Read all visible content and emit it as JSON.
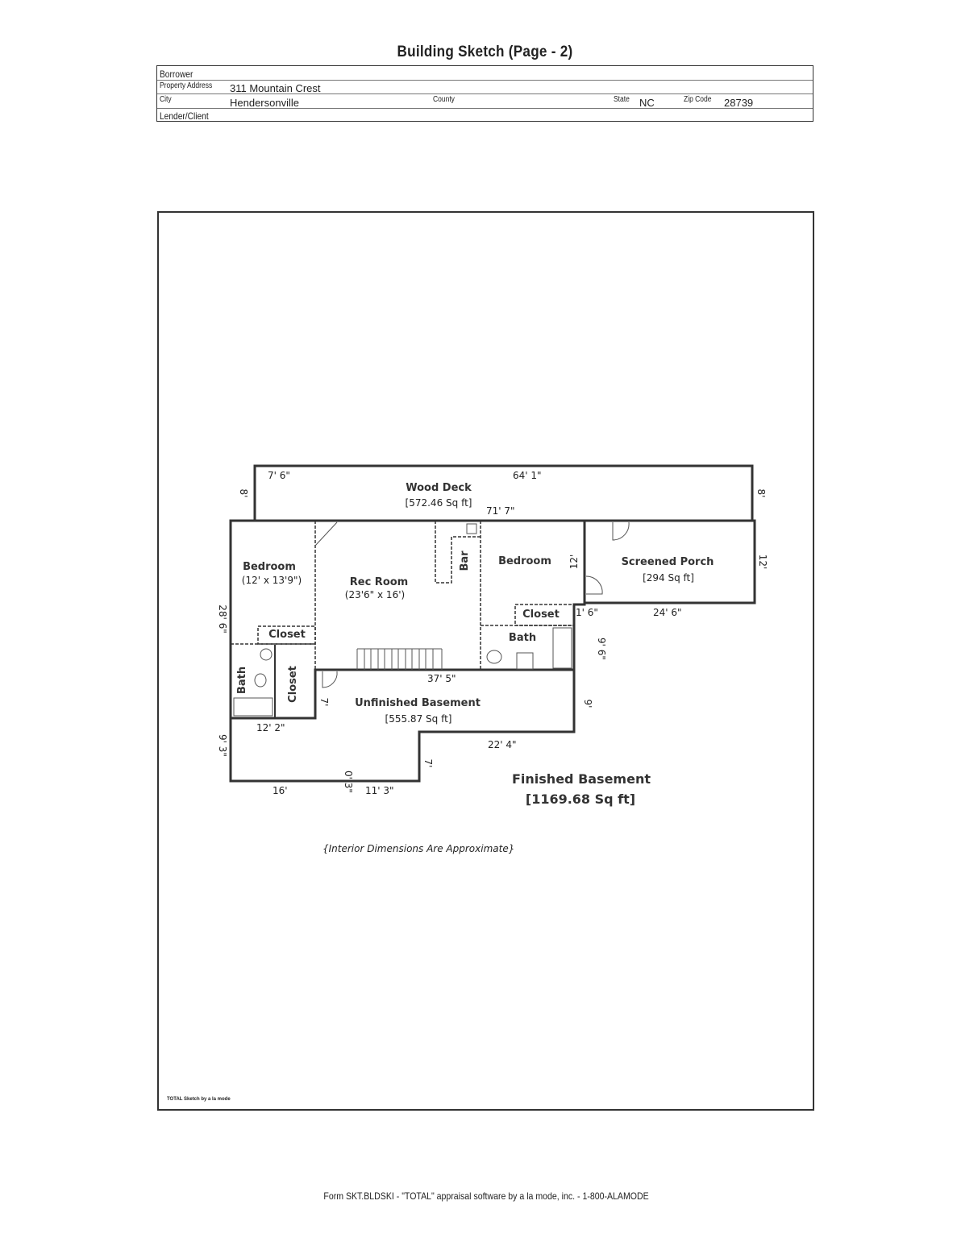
{
  "header": {
    "title": "Building Sketch (Page - 2)"
  },
  "form": {
    "borrower_label": "Borrower",
    "borrower": "",
    "address_label": "Property Address",
    "address": "311 Mountain Crest",
    "city_label": "City",
    "city": "Hendersonville",
    "county_label": "County",
    "county": "",
    "state_label": "State",
    "state": "NC",
    "zip_label": "Zip Code",
    "zip": "28739",
    "lender_label": "Lender/Client",
    "lender": ""
  },
  "sketch": {
    "rooms": {
      "wood_deck": "Wood Deck",
      "wood_deck_area": "[572.46 Sq ft]",
      "bedroom1": "Bedroom",
      "bedroom1_size": "(12' x 13'9\")",
      "rec_room": "Rec Room",
      "rec_room_size": "(23'6\" x 16')",
      "bar": "Bar",
      "bedroom2": "Bedroom",
      "screened_porch": "Screened Porch",
      "screened_porch_area": "[294 Sq ft]",
      "closet1": "Closet",
      "closet2": "Closet",
      "closet3": "Closet",
      "bath1": "Bath",
      "bath2": "Bath",
      "unfinished": "Unfinished Basement",
      "unfinished_area": "[555.87 Sq ft]",
      "finished": "Finished Basement",
      "finished_area": "[1169.68 Sq ft]"
    },
    "dims": {
      "d1": "7' 6\"",
      "d2": "64' 1\"",
      "d3": "71' 7\"",
      "d4": "8'",
      "d5": "8'",
      "d6": "12'",
      "d7": "12'",
      "d8": "28' 6\"",
      "d9": "1' 6\"",
      "d10": "24' 6\"",
      "d11": "9' 6\"",
      "d12": "37' 5\"",
      "d13": "7'",
      "d14": "9'",
      "d15": "12' 2\"",
      "d16": "22' 4\"",
      "d17": "9' 3\"",
      "d18": "7'",
      "d19": "0' 3\"",
      "d20": "16'",
      "d21": "11' 3\""
    },
    "note": "{Interior Dimensions Are Approximate}",
    "credit": "TOTAL Sketch by a la mode"
  },
  "footer": "Form SKT.BLDSKI - \"TOTAL\" appraisal software by a la mode, inc. - 1-800-ALAMODE"
}
